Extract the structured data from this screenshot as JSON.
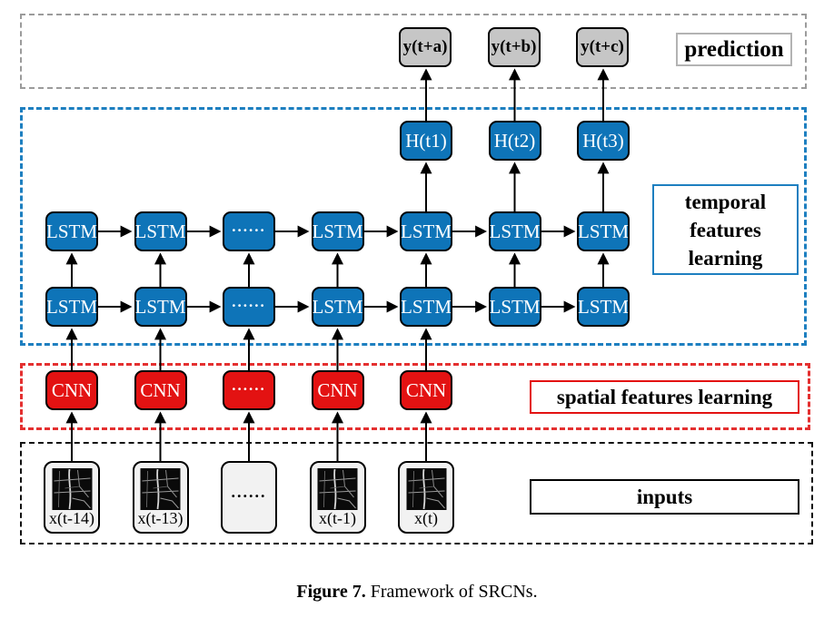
{
  "figure": {
    "caption_bold": "Figure 7.",
    "caption_rest": " Framework of SRCNs."
  },
  "regions": {
    "prediction": {
      "label": "prediction"
    },
    "temporal": {
      "label_lines": [
        "temporal",
        "features",
        "learning"
      ]
    },
    "spatial": {
      "label": "spatial features learning"
    },
    "inputs": {
      "label": "inputs"
    }
  },
  "prediction_row": [
    "y(t+a)",
    "y(t+b)",
    "y(t+c)"
  ],
  "hidden_row": [
    "H(t1)",
    "H(t2)",
    "H(t3)"
  ],
  "lstm_row_top": [
    "LSTM",
    "LSTM",
    "......",
    "LSTM",
    "LSTM",
    "LSTM",
    "LSTM"
  ],
  "lstm_row_bottom": [
    "LSTM",
    "LSTM",
    "......",
    "LSTM",
    "LSTM",
    "LSTM",
    "LSTM"
  ],
  "cnn_row": [
    "CNN",
    "CNN",
    "......",
    "CNN",
    "CNN"
  ],
  "input_row": [
    "x(t-14)",
    "x(t-13)",
    "......",
    "x(t-1)",
    "x(t)"
  ],
  "colors": {
    "lstm_blue": "#0e74b8",
    "cnn_red": "#e31212",
    "prediction_gray_fill": "#c6c6c6",
    "region_gray_dash": "#9b9b9b",
    "region_blue_dash": "#1d7fc0",
    "region_red_dash": "#e43030",
    "region_black_dash": "#111111",
    "arrow": "#000000",
    "input_card_fill": "#f2f2f2"
  }
}
